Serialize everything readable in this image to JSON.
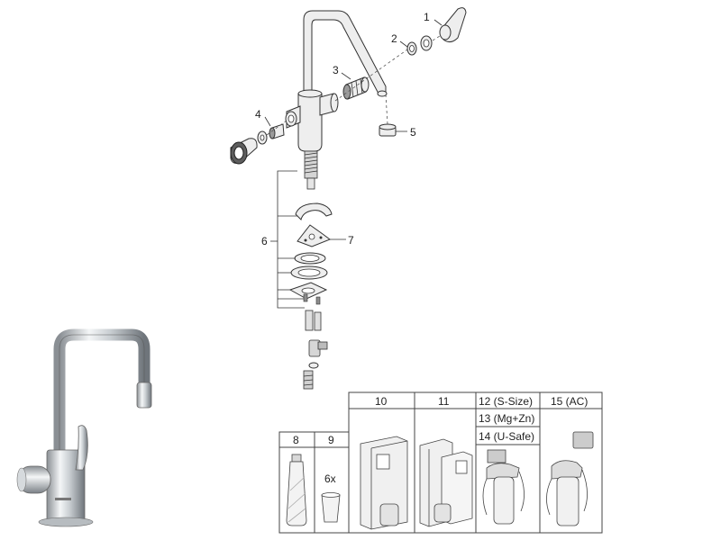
{
  "diagram": {
    "callouts": [
      "1",
      "2",
      "3",
      "4",
      "5",
      "6",
      "7"
    ],
    "accessories": {
      "p8": "8",
      "p9": "9",
      "p9_qty": "6x",
      "p10": "10",
      "p11": "11",
      "p12": "12 (S-Size)",
      "p13": "13 (Mg+Zn)",
      "p14": "14 (U-Safe)",
      "p15": "15 (AC)"
    }
  }
}
